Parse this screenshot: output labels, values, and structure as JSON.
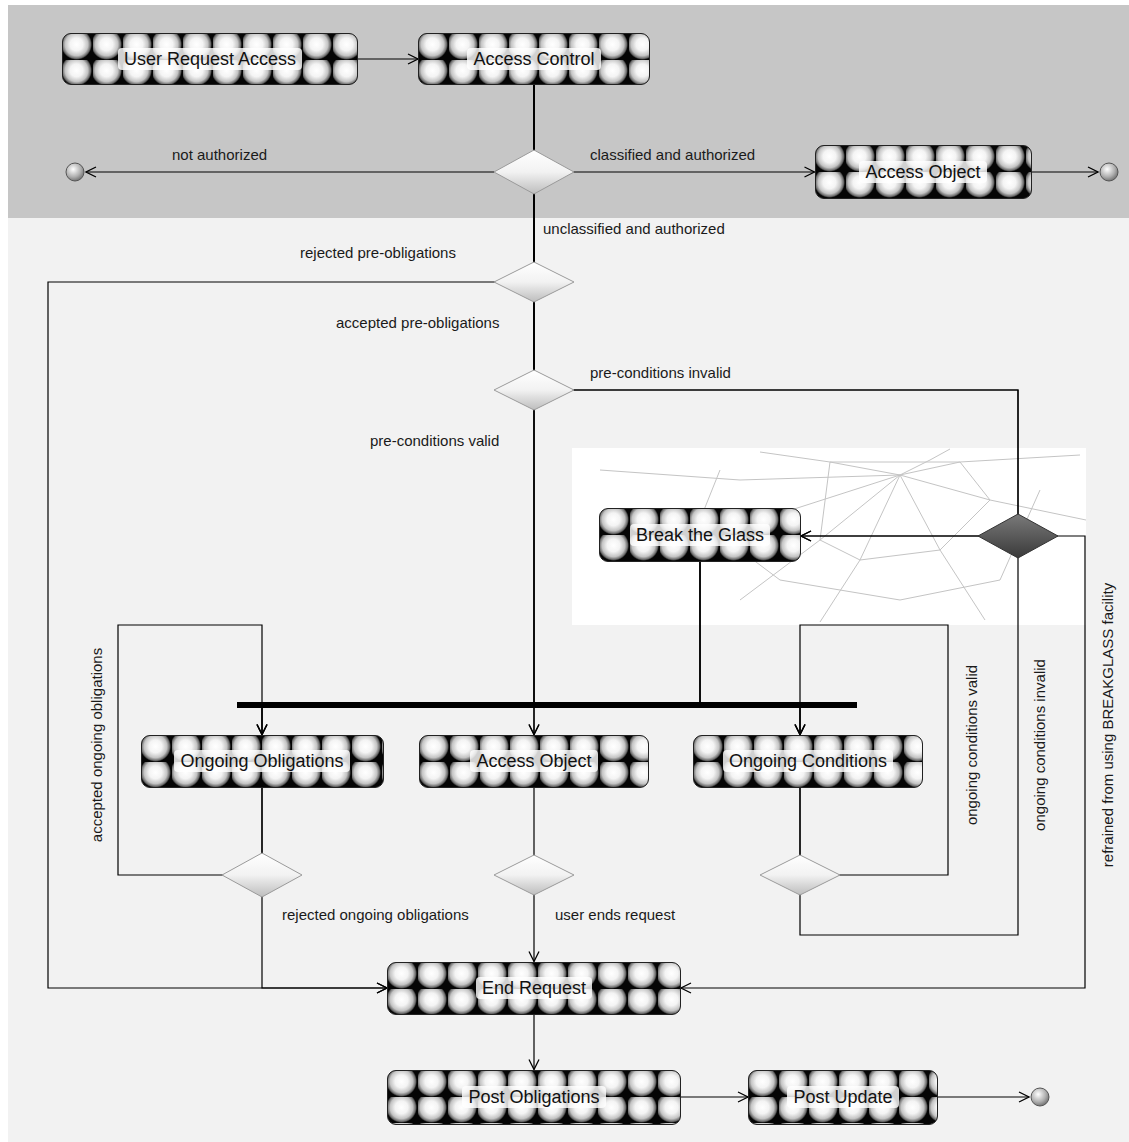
{
  "diagram": {
    "nodes": [
      {
        "text": [
          "User Request Access"
        ]
      },
      {
        "text": [
          "Access Control"
        ]
      },
      {
        "text": [
          "Access Object"
        ]
      },
      {
        "text": [
          "Break the Glass"
        ]
      },
      {
        "text": [
          "Ongoing Obligations"
        ]
      },
      {
        "text": [
          "Access Object"
        ]
      },
      {
        "text": [
          "Ongoing Conditions"
        ]
      },
      {
        "text": [
          "End Request"
        ]
      },
      {
        "text": [
          "Post Obligations"
        ]
      },
      {
        "text": [
          "Post Update"
        ]
      }
    ],
    "edges": [
      {
        "from": 0,
        "to": 1,
        "arrow": "to"
      },
      {
        "from": 1,
        "to": 2,
        "label": "classified and authorized",
        "arrow": "to"
      },
      {
        "from": 1,
        "to": 7,
        "label": "rejected pre-obligations",
        "arrow": "to"
      },
      {
        "from": 1,
        "to": 5,
        "label": "pre-conditions valid",
        "arrow": "to"
      },
      {
        "from": 1,
        "to": 4,
        "arrow": "to"
      },
      {
        "from": 1,
        "to": 6,
        "arrow": "to"
      },
      {
        "from": 1,
        "to": 3,
        "label": "pre-conditions invalid",
        "arrow": "to"
      },
      {
        "from": 1,
        "to": 7,
        "label": "refrained from using BREAKGLASS facility",
        "arrow": "to"
      },
      {
        "from": 3,
        "to": 4,
        "arrow": "to"
      },
      {
        "from": 3,
        "to": 5,
        "arrow": "to"
      },
      {
        "from": 3,
        "to": 6,
        "arrow": "to"
      },
      {
        "from": 4,
        "to": 4,
        "label": "accepted ongoing obligations",
        "arrow": "to"
      },
      {
        "from": 4,
        "to": 7,
        "label": "rejected ongoing obligations",
        "arrow": "to"
      },
      {
        "from": 5,
        "to": 7,
        "label": "user ends request",
        "arrow": "to"
      },
      {
        "from": 6,
        "to": 6,
        "label": "ongoing conditions valid",
        "arrow": "to"
      },
      {
        "from": 6,
        "to": 3,
        "label": "ongoing conditions invalid",
        "arrow": "to"
      },
      {
        "from": 7,
        "to": 8,
        "arrow": "to"
      },
      {
        "from": 8,
        "to": 9,
        "arrow": "to"
      }
    ],
    "labels": [
      "not authorized",
      "unclassified and authorized",
      "accepted pre-obligations"
    ]
  }
}
